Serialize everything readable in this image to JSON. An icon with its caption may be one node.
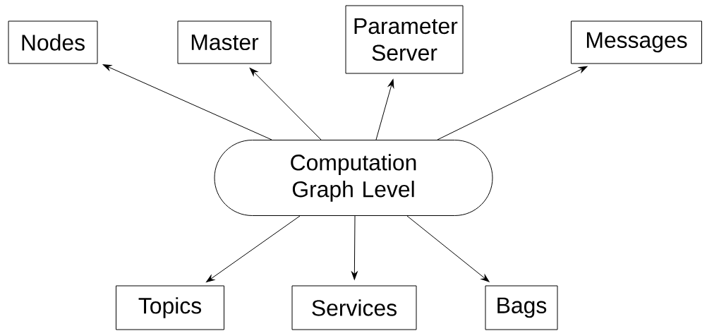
{
  "diagram": {
    "nodes": [
      {
        "text": [
          "Nodes"
        ]
      },
      {
        "text": [
          "Master"
        ]
      },
      {
        "text": [
          "Parameter Server"
        ]
      },
      {
        "text": [
          "Messages"
        ]
      },
      {
        "text": [
          "Computation Graph Level"
        ]
      },
      {
        "text": [
          "Topics"
        ]
      },
      {
        "text": [
          "Services"
        ]
      },
      {
        "text": [
          "Bags"
        ]
      }
    ],
    "edges": [
      {
        "from": 4,
        "to": 0,
        "arrow": "to"
      },
      {
        "from": 4,
        "to": 1,
        "arrow": "to"
      },
      {
        "from": 4,
        "to": 2,
        "arrow": "to"
      },
      {
        "from": 4,
        "to": 3,
        "arrow": "to"
      },
      {
        "from": 4,
        "to": 5,
        "arrow": "to"
      },
      {
        "from": 4,
        "to": 6,
        "arrow": "to"
      },
      {
        "from": 4,
        "to": 7,
        "arrow": "to"
      }
    ]
  }
}
